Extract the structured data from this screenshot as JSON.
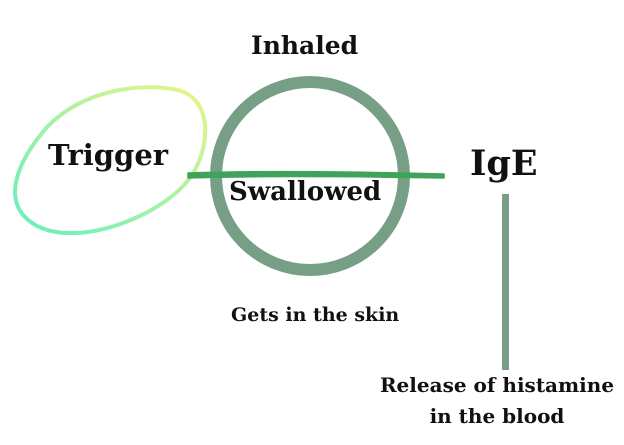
{
  "colors": {
    "ring": "#779f85",
    "bar": "#3fa35a",
    "blob_start": "#66efc0",
    "blob_end": "#e8f58a",
    "vertical_line": "#779f85",
    "text": "#111111",
    "background": "#ffffff"
  },
  "labels": {
    "inhaled": "Inhaled",
    "trigger": "Trigger",
    "ige": "IgE",
    "swallowed": "Swallowed",
    "skin": "Gets in the skin",
    "histamine_line1": "Release of histamine",
    "histamine_line2": "in the blood"
  }
}
